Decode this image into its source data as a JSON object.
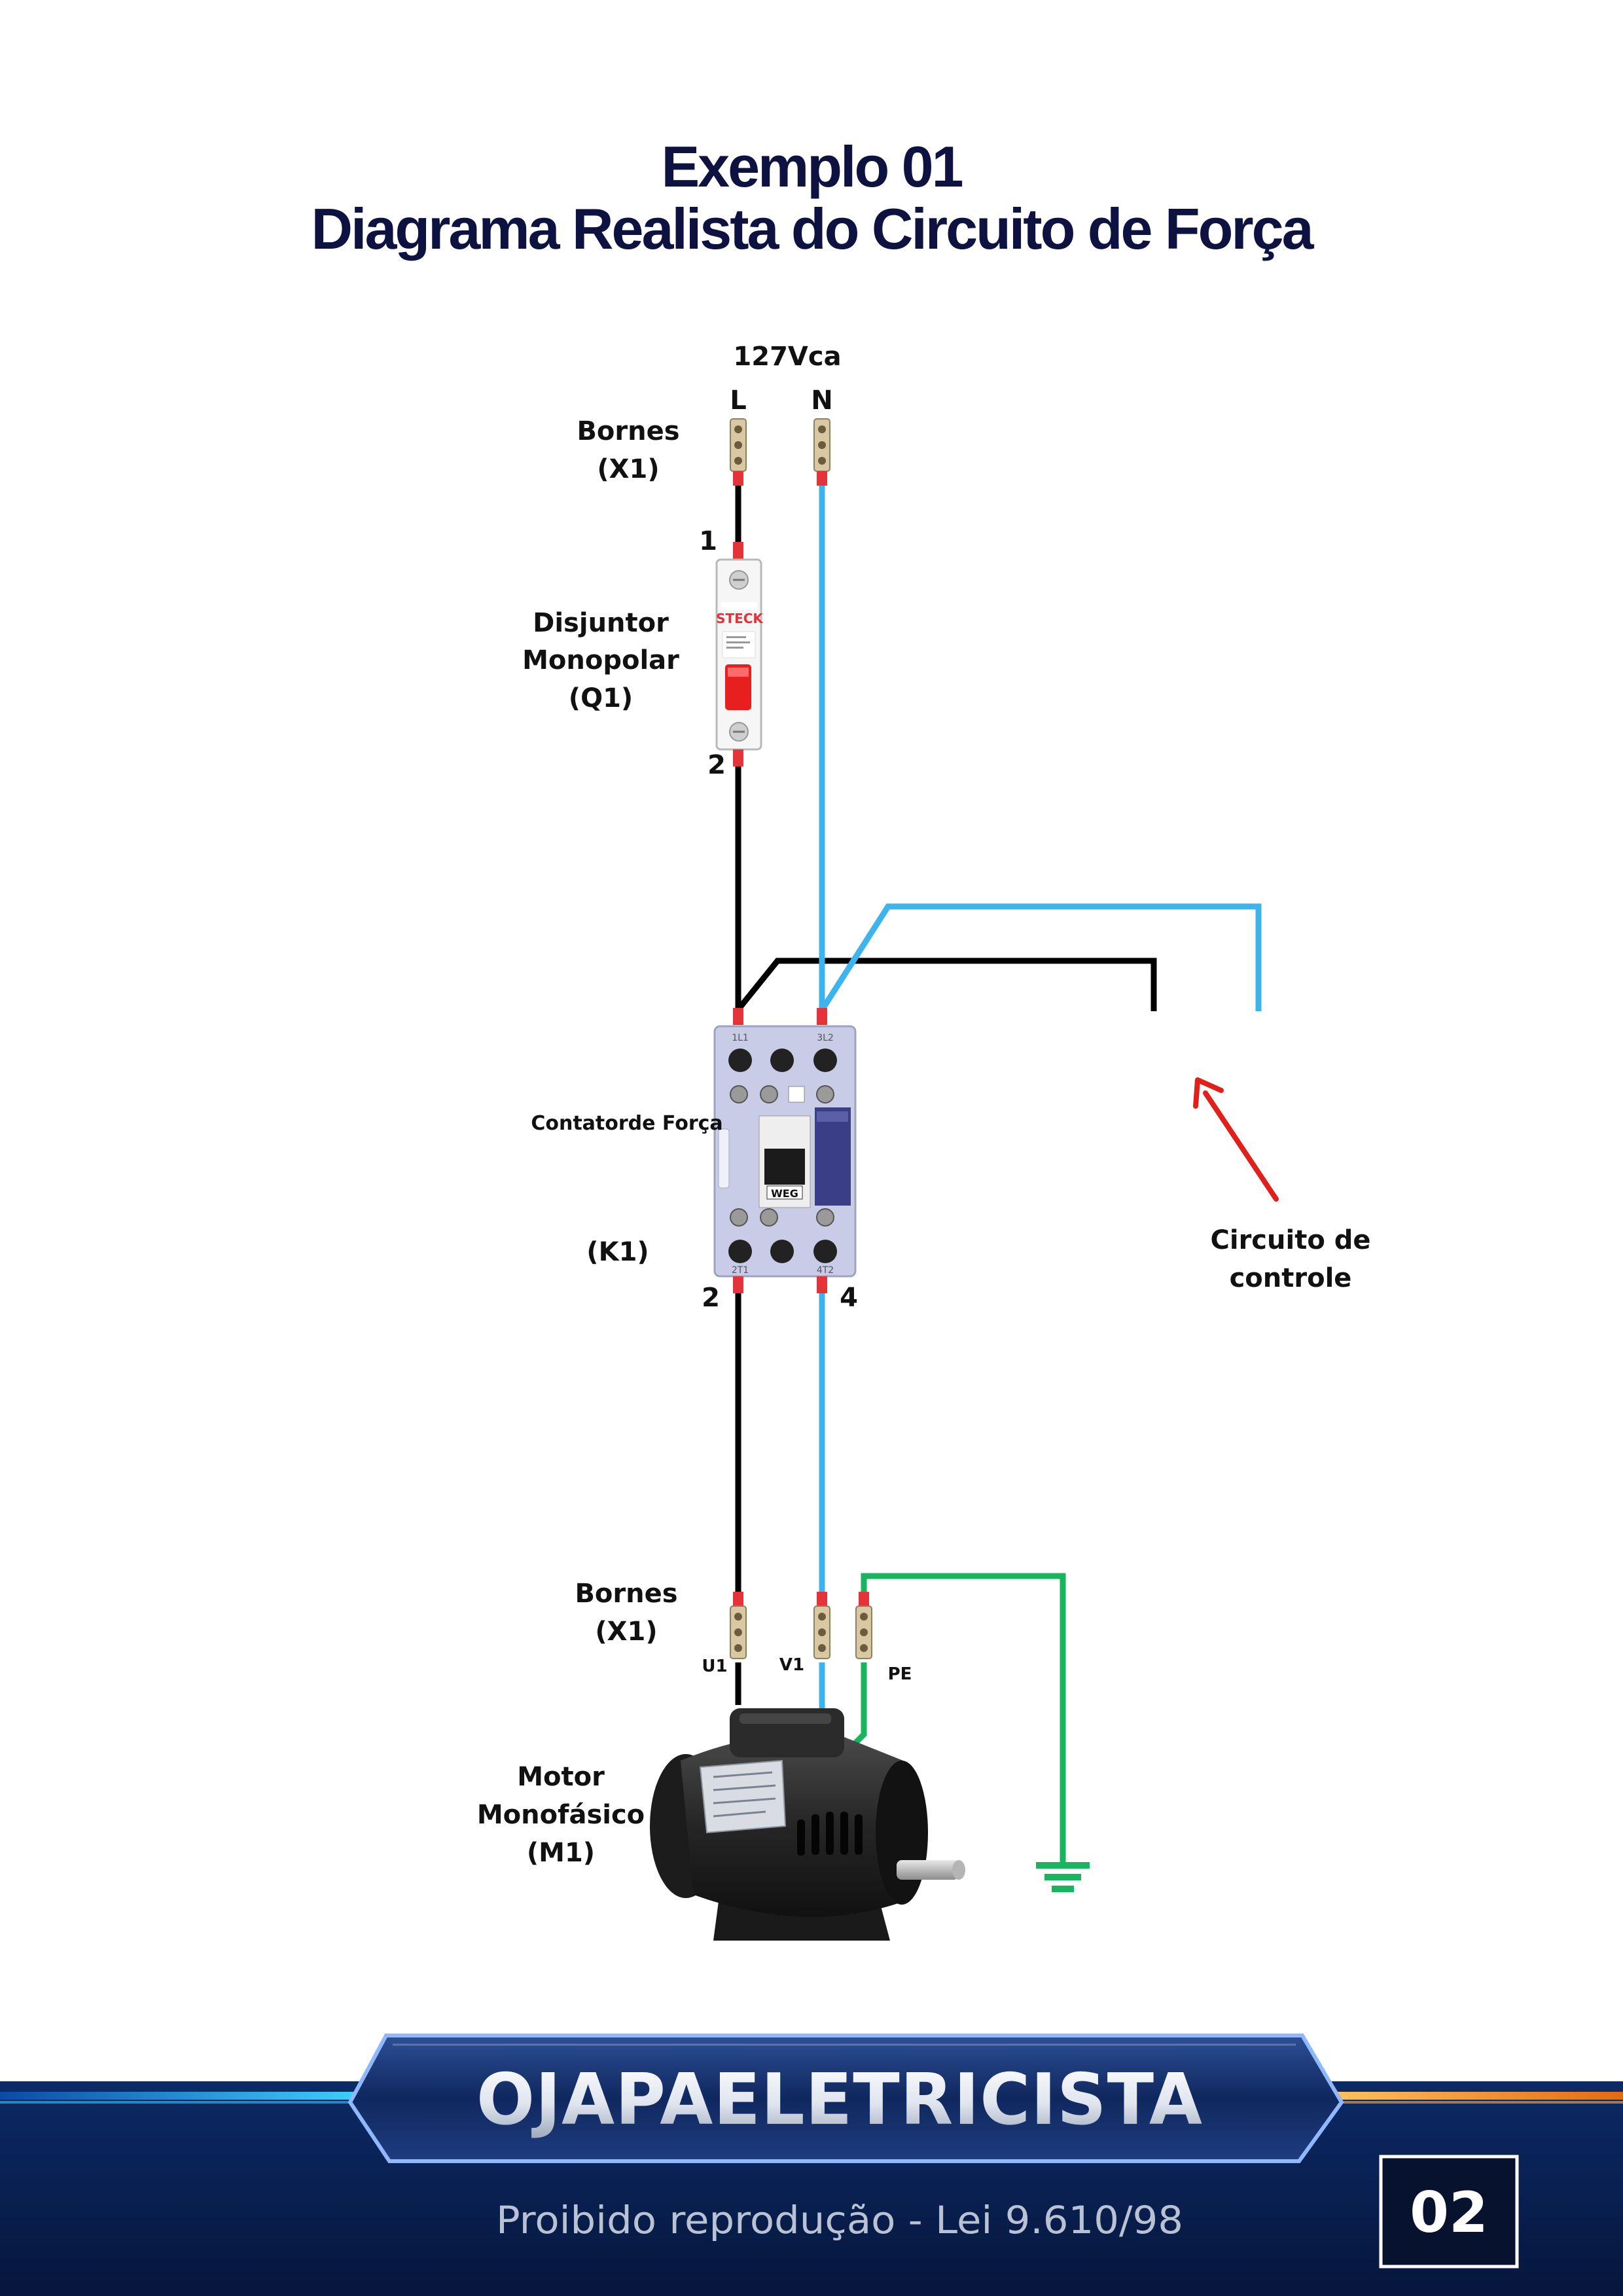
{
  "title": {
    "line1": "Exemplo 01",
    "line2": "Diagrama Realista do Circuito de Força"
  },
  "supply": {
    "voltage": "127Vca",
    "phase": "L",
    "neutral": "N"
  },
  "terminals_top": {
    "name": "Bornes",
    "tag": "(X1)"
  },
  "breaker": {
    "line1": "Disjuntor",
    "line2": "Monopolar",
    "tag": "(Q1)",
    "pin_in": "1",
    "pin_out": "2",
    "brand": "STECK"
  },
  "contactor": {
    "name": "Contatorde Força",
    "tag": "(K1)",
    "pin_out_l": "2",
    "pin_out_r": "4",
    "top_l": "1L1",
    "top_r": "3L2",
    "bot_l": "2T1",
    "bot_r": "4T2",
    "brand": "WEG"
  },
  "control": {
    "line1": "Circuito de",
    "line2": "controle"
  },
  "terminals_bottom": {
    "name": "Bornes",
    "tag": "(X1)",
    "u": "U1",
    "v": "V1",
    "pe": "PE"
  },
  "motor": {
    "line1": "Motor",
    "line2": "Monofásico",
    "tag": "(M1)"
  },
  "footer": {
    "brand": "OJAPAELETRICISTA",
    "notice": "Proibido reprodução - Lei 9.610/98",
    "page": "02"
  },
  "colors": {
    "phase": "#000000",
    "neutral": "#3db4ee",
    "earth": "#18b45e",
    "arrow": "#e0201b",
    "title": "#0d1240",
    "footer": "#0b1f4d"
  }
}
